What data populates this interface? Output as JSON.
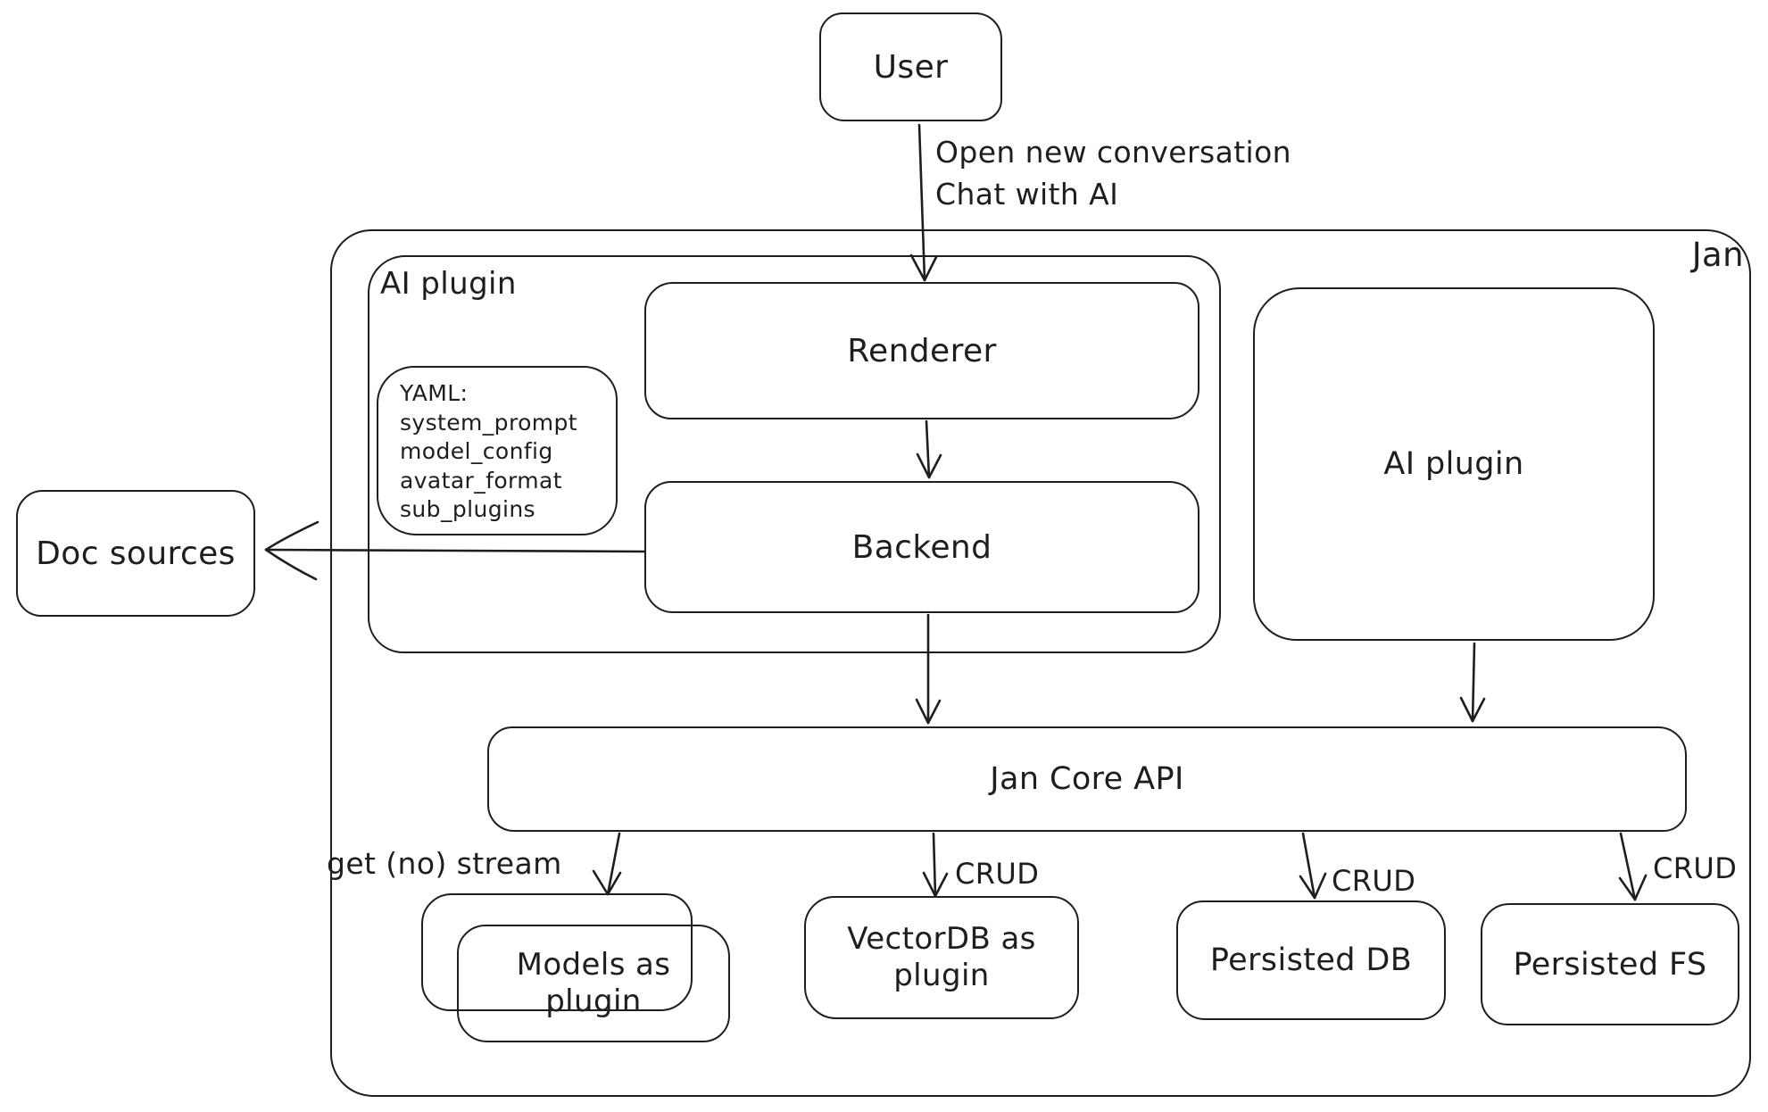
{
  "diagram": {
    "frame_title": "Jan",
    "nodes": {
      "user": "User",
      "ai_plugin_container": "AI plugin",
      "renderer": "Renderer",
      "backend": "Backend",
      "yaml_note": "YAML:\nsystem_prompt\nmodel_config\navatar_format\nsub_plugins",
      "doc_sources": "Doc sources",
      "ai_plugin_right": "AI plugin",
      "jan_core_api": "Jan Core API",
      "models_plugin": "Models as\nplugin",
      "vectordb_plugin": "VectorDB as\nplugin",
      "persisted_db": "Persisted DB",
      "persisted_fs": "Persisted FS"
    },
    "edge_labels": {
      "user_to_renderer": "Open new conversation\nChat with AI",
      "jan_core_to_models": "get (no) stream",
      "jan_core_to_vectordb": "CRUD",
      "jan_core_to_persisted_db": "CRUD",
      "jan_core_to_persisted_fs": "CRUD"
    },
    "colors": {
      "stroke": "#1e1e1e",
      "background": "#ffffff"
    }
  }
}
